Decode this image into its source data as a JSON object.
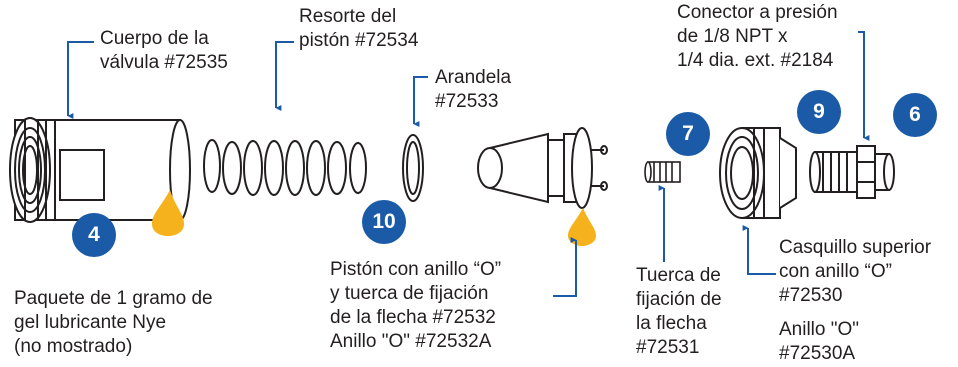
{
  "colors": {
    "callout_line": "#1b5aa6",
    "badge_fill": "#1b5aa6",
    "badge_text": "#ffffff",
    "gel_drop": "#f5b21c",
    "part_stroke": "#231f20",
    "text": "#231f20"
  },
  "labels": {
    "valve_body": [
      "Cuerpo de la",
      "válvula #72535"
    ],
    "piston_spring": [
      "Resorte del",
      "pistón #72534"
    ],
    "washer": [
      "Arandela",
      "#72533"
    ],
    "push_connector": [
      "Conector a presión",
      "de 1/8 NPT x",
      "1/4 dia. ext. #2184"
    ],
    "piston_assembly": [
      "Pistón con anillo “O”",
      "y tuerca de fijación",
      "de la flecha #72532",
      "Anillo \"O\" #72532A"
    ],
    "lube_packet": [
      "Paquete de 1 gramo de",
      "gel lubricante Nye",
      "(no mostrado)"
    ],
    "shaft_nut": [
      "Tuerca de",
      "fijación de",
      "la flecha",
      "#72531"
    ],
    "upper_bushing": [
      "Casquillo superior",
      "con anillo “O”",
      "#72530"
    ],
    "o_ring": [
      "Anillo \"O\"",
      "#72530A"
    ]
  },
  "badges": {
    "valve_body": "4",
    "piston": "10",
    "nut": "7",
    "bushing": "9",
    "connector": "6"
  },
  "icons": {
    "gel": "gel-drop-icon"
  }
}
